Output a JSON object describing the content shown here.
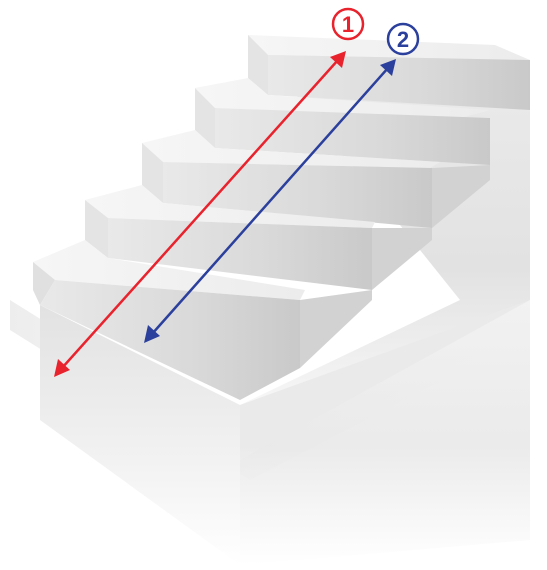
{
  "diagram": {
    "labels": {
      "one": "1",
      "two": "2"
    },
    "colors": {
      "arrow_one": "#e8232d",
      "arrow_two": "#2b3f9c",
      "background": "#ffffff",
      "riser": "#dcdcdc",
      "tread": "#f3f3f3",
      "side": "#e6e6e6"
    },
    "step_count": 5
  }
}
